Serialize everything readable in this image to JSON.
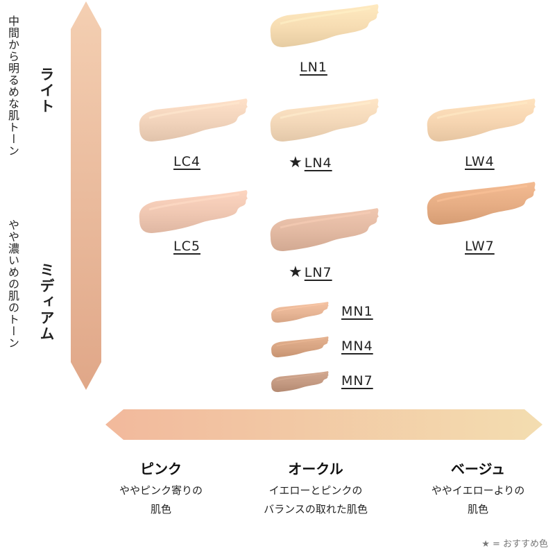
{
  "vertical_axis": {
    "top_label": "ライト",
    "top_sub": "中間から明るめな肌トーン",
    "bottom_label": "ミディアム",
    "bottom_sub": "やや濃いめの肌のトーン",
    "top_color": "#f4cfb2",
    "bottom_color": "#e0a788"
  },
  "horizontal_axis": {
    "left_color": "#f2b99c",
    "right_color": "#f3ddb0",
    "columns": [
      {
        "title": "ピンク",
        "desc_line1": "ややピンク寄りの",
        "desc_line2": "肌色"
      },
      {
        "title": "オークル",
        "desc_line1": "イエローとピンクの",
        "desc_line2": "バランスの取れた肌色"
      },
      {
        "title": "ベージュ",
        "desc_line1": "ややイエローよりの",
        "desc_line2": "肌色"
      }
    ]
  },
  "shades": [
    {
      "code": "LN1",
      "color": "#f6dcb2",
      "recommended": false
    },
    {
      "code": "LC4",
      "color": "#f1d3bb",
      "recommended": false
    },
    {
      "code": "LN4",
      "color": "#f3d8b9",
      "recommended": true
    },
    {
      "code": "LW4",
      "color": "#f6d5b1",
      "recommended": false
    },
    {
      "code": "LC5",
      "color": "#efc7b2",
      "recommended": false
    },
    {
      "code": "LN7",
      "color": "#e2b9a2",
      "recommended": true
    },
    {
      "code": "LW7",
      "color": "#e6ad84",
      "recommended": false
    },
    {
      "code": "MN1",
      "color": "#e7b595",
      "recommended": false
    },
    {
      "code": "MN4",
      "color": "#d7a482",
      "recommended": false
    },
    {
      "code": "MN7",
      "color": "#c49a82",
      "recommended": false
    }
  ],
  "star_glyph": "★",
  "legend": "★ = おすすめ色"
}
